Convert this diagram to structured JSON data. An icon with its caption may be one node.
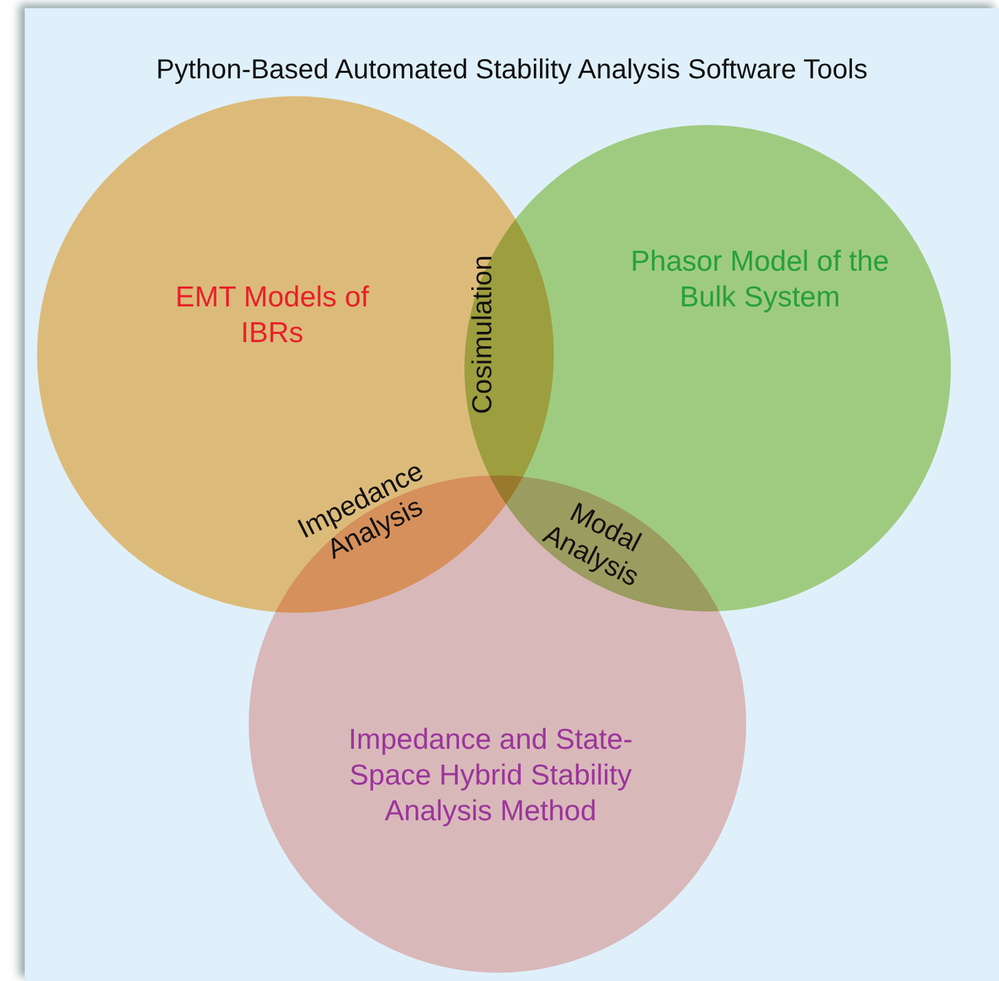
{
  "diagram": {
    "title": "Python-Based Automated Stability Analysis Software Tools",
    "nodes": [
      {
        "text": [
          "EMT Models of IBRs"
        ]
      },
      {
        "text": [
          "Phasor Model of the Bulk System"
        ]
      },
      {
        "text": [
          "Impedance and State-Space Hybrid Stability Analysis Method"
        ]
      }
    ],
    "labels": [
      "Cosimulation",
      "Impedance Analysis",
      "Modal Analysis"
    ]
  }
}
